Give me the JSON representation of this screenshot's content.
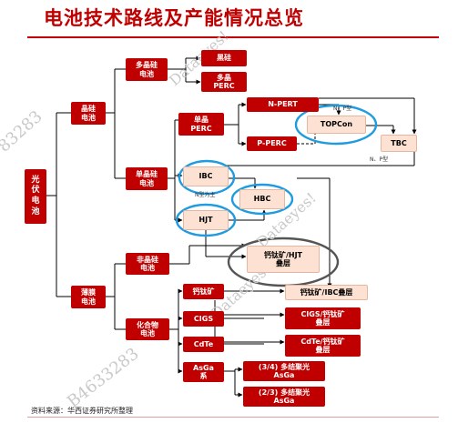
{
  "title": "电池技术路线及产能情况总览",
  "source": "资料来源：华西证券研究所整理",
  "watermarks": [
    "Dataeyes!",
    "83283",
    "Dataeyes!",
    "Dataeyes",
    "B4633283"
  ],
  "nodes": {
    "pv_cell": "光\n伏\n电\n池",
    "crystalline_si": "晶硅\n电池",
    "thin_film": "薄膜\n电池",
    "poly_si": "多晶硅\n电池",
    "black_si": "黑硅",
    "poly_perc": "多晶\nPERC",
    "mono_si": "单晶硅\n电池",
    "mono_perc": "单晶\nPERC",
    "n_pert": "N-PERT",
    "p_perc": "P-PERC",
    "topcon": "TOPCon",
    "tbc": "TBC",
    "ibc": "IBC",
    "hbc": "HBC",
    "hjt": "HJT",
    "perovskite_hjt_stack": "钙钛矿/HJT\n叠层",
    "amorphous_si": "非晶硅\n电池",
    "compound": "化合物\n电池",
    "perovskite": "钙钛矿",
    "perovskite_ibc_stack": "钙钛矿/IBC叠层",
    "cigs": "CIGS",
    "cigs_perovskite": "CIGS/钙钛矿\n叠层",
    "cdte": "CdTe",
    "cdte_perovskite": "CdTe/钙钛矿\n叠层",
    "gaas": "AsGa\n系",
    "gaas_34": "(3/4) 多结聚光\nAsGa",
    "gaas_23": "(2/3) 多结聚光\nAsGa"
  },
  "notes": {
    "np_type_top": "N、P型",
    "np_type_tbc": "N、P型",
    "n_type_ibc": "N型为主"
  },
  "colors": {
    "red": "#c00000",
    "pale": "#fde2d3",
    "highlight_blue": "#1f9be0",
    "highlight_gray": "#555555"
  }
}
